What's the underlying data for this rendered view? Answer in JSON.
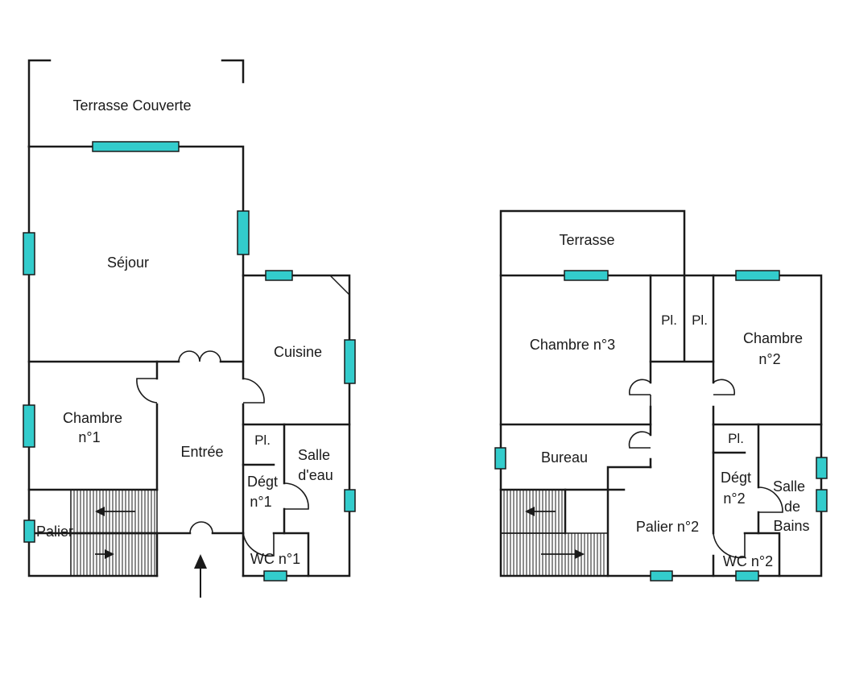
{
  "colors": {
    "window": "#33cccc",
    "wall": "#1a1a1a",
    "background": "#ffffff"
  },
  "ground_floor": {
    "terrasse_couverte": "Terrasse Couverte",
    "sejour": "Séjour",
    "cuisine": "Cuisine",
    "chambre1_l1": "Chambre",
    "chambre1_l2": "n°1",
    "entree": "Entrée",
    "placard": "Pl.",
    "salle_eau_l1": "Salle",
    "salle_eau_l2": "d'eau",
    "degt_l1": "Dégt",
    "degt_l2": "n°1",
    "wc": "WC n°1",
    "palier": "Palier"
  },
  "first_floor": {
    "terrasse": "Terrasse",
    "chambre3": "Chambre n°3",
    "placard_a": "Pl.",
    "placard_b": "Pl.",
    "chambre2_l1": "Chambre",
    "chambre2_l2": "n°2",
    "bureau": "Bureau",
    "placard_c": "Pl.",
    "degt_l1": "Dégt",
    "degt_l2": "n°2",
    "salle_bains_l1": "Salle",
    "salle_bains_l2": "de",
    "salle_bains_l3": "Bains",
    "palier": "Palier n°2",
    "wc": "WC n°2"
  }
}
